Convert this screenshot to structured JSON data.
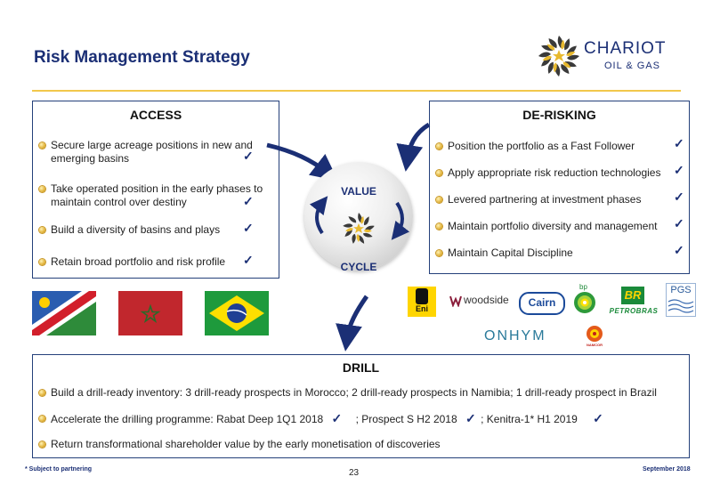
{
  "header": {
    "title": "Risk Management Strategy",
    "logo_name": "CHARIOT",
    "logo_sub": "OIL & GAS"
  },
  "access": {
    "title": "ACCESS",
    "items": [
      {
        "line1": "Secure large acreage positions in new and",
        "line2": "emerging basins"
      },
      {
        "line1": "Take operated position in the early phases to",
        "line2": "maintain control over destiny"
      },
      {
        "line1": "Build a diversity of basins and plays",
        "line2": ""
      },
      {
        "line1": "Retain broad portfolio and risk profile",
        "line2": ""
      }
    ]
  },
  "derisking": {
    "title": "DE-RISKING",
    "items": [
      "Position the portfolio as a Fast Follower",
      "Apply appropriate risk reduction technologies",
      "Levered partnering at investment phases",
      "Maintain portfolio diversity and management",
      "Maintain Capital Discipline"
    ]
  },
  "cycle": {
    "top": "VALUE",
    "bottom": "CYCLE"
  },
  "partners": {
    "eni": "Eni",
    "woodside": "woodside",
    "cairn": "Cairn",
    "bp": "bp",
    "petrobras_mark": "BR",
    "petrobras": "PETROBRAS",
    "pgs": "PGS",
    "onhym": "ONHYM",
    "namcor": "NAMCOR"
  },
  "drill": {
    "title": "DRILL",
    "item1": "Build a drill-ready inventory: 3 drill-ready prospects in Morocco; 2 drill-ready prospects in Namibia; 1 drill-ready prospect in Brazil",
    "item2_a": "Accelerate the drilling programme: Rabat Deep 1Q1 2018",
    "item2_b": "; Prospect S H2 2018",
    "item2_c": "; Kenitra-1* H1 2019",
    "item3": "Return transformational shareholder value by the early monetisation of discoveries"
  },
  "tick_symbol": "✓",
  "footer": {
    "note": "*   Subject to partnering",
    "page": "23",
    "date": "September 2018"
  },
  "colors": {
    "navy": "#1b2f75",
    "gold": "#f2c84b"
  }
}
